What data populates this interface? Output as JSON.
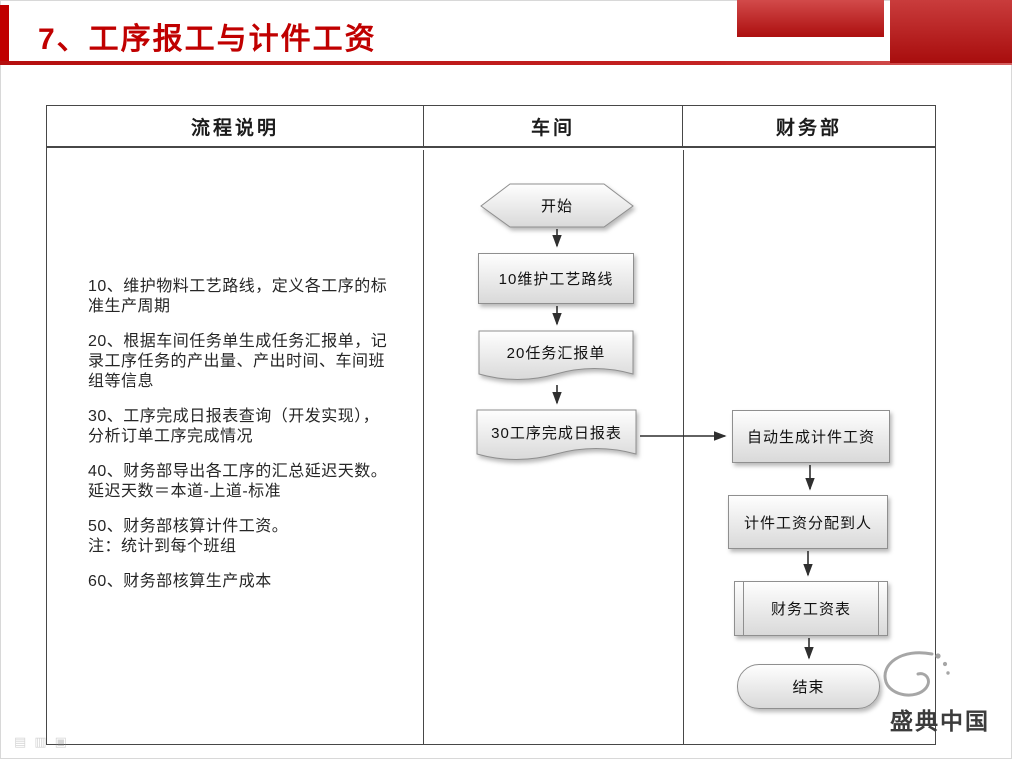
{
  "title": "7、工序报工与计件工资",
  "columns": [
    "流程说明",
    "车间",
    "财务部"
  ],
  "notes": [
    "10、维护物料工艺路线，定义各工序的标准生产周期",
    "20、根据车间任务单生成任务汇报单，记录工序任务的产出量、产出时间、车间班组等信息",
    "30、工序完成日报表查询（开发实现），分析订单工序完成情况",
    "40、财务部导出各工序的汇总延迟天数。\n延迟天数＝本道-上道-标准",
    "50、财务部核算计件工资。\n注：统计到每个班组",
    "60、财务部核算生产成本"
  ],
  "flow": {
    "start": "开始",
    "s10": "10维护工艺路线",
    "s20": "20任务汇报单",
    "s30": "30工序完成日报表",
    "f1": "自动生成计件工资",
    "f2": "计件工资分配到人",
    "f3": "财务工资表",
    "end": "结束"
  },
  "brand": "盛典中国",
  "colors": {
    "accent_red": "#c00000",
    "shape_border": "#8f8f8f"
  },
  "icons": {
    "brand_mark": "swirl-icon"
  }
}
